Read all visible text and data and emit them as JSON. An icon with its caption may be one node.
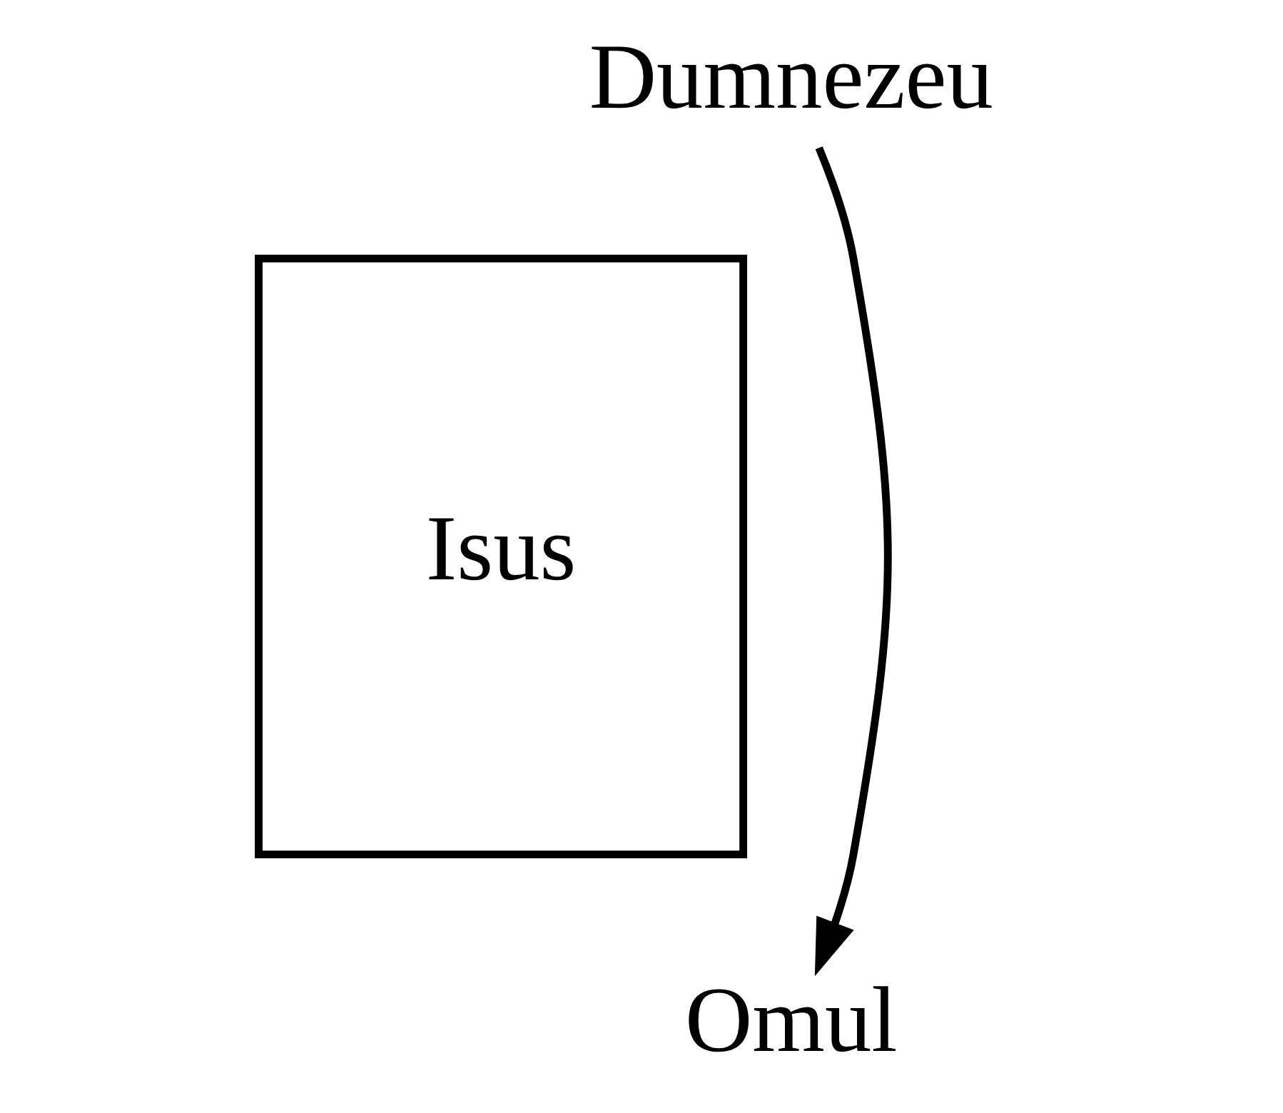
{
  "diagram": {
    "nodes": [
      {
        "text": [
          "Dumnezeu"
        ]
      },
      {
        "text": [
          "Isus"
        ]
      },
      {
        "text": [
          "Omul"
        ]
      }
    ],
    "edges": [
      {
        "from": 0,
        "to": 2,
        "arrow": "to"
      }
    ]
  }
}
